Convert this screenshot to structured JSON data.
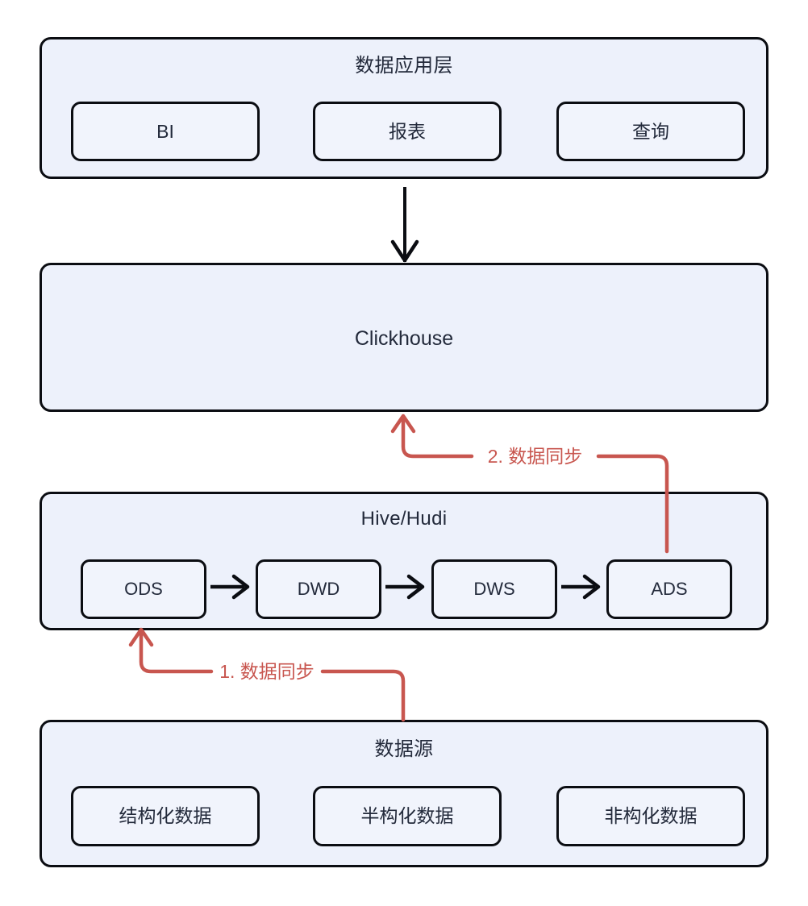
{
  "diagram": {
    "title_hidden": "",
    "colors": {
      "container_fill": "#edf1fb",
      "node_fill": "#f1f4fc",
      "stroke": "#0b0d12",
      "text": "#232a3b",
      "accent_red": "#c8564f",
      "background": "#ffffff"
    },
    "layers": [
      {
        "id": "app-layer",
        "title": "数据应用层",
        "nodes": [
          {
            "id": "bi",
            "label": "BI"
          },
          {
            "id": "report",
            "label": "报表"
          },
          {
            "id": "query",
            "label": "查询"
          }
        ]
      },
      {
        "id": "clickhouse-layer",
        "title": "Clickhouse",
        "nodes": []
      },
      {
        "id": "hive-hudi-layer",
        "title": "Hive/Hudi",
        "nodes": [
          {
            "id": "ods",
            "label": "ODS"
          },
          {
            "id": "dwd",
            "label": "DWD"
          },
          {
            "id": "dws",
            "label": "DWS"
          },
          {
            "id": "ads",
            "label": "ADS"
          }
        ]
      },
      {
        "id": "source-layer",
        "title": "数据源",
        "nodes": [
          {
            "id": "structured",
            "label": "结构化数据"
          },
          {
            "id": "semi-structured",
            "label": "半构化数据"
          },
          {
            "id": "unstructured",
            "label": "非构化数据"
          }
        ]
      }
    ],
    "connectors": [
      {
        "id": "sync-1",
        "label": "1. 数据同步",
        "from": "数据源",
        "to": "ODS",
        "color": "#c8564f"
      },
      {
        "id": "sync-2",
        "label": "2. 数据同步",
        "from": "ADS",
        "to": "Clickhouse",
        "color": "#c8564f"
      },
      {
        "id": "ck-to-app",
        "label": "",
        "from": "Clickhouse",
        "to": "数据应用层",
        "color": "#0b0d12"
      },
      {
        "id": "ods-dwd",
        "label": "",
        "from": "ODS",
        "to": "DWD",
        "color": "#0b0d12"
      },
      {
        "id": "dwd-dws",
        "label": "",
        "from": "DWD",
        "to": "DWS",
        "color": "#0b0d12"
      },
      {
        "id": "dws-ads",
        "label": "",
        "from": "DWS",
        "to": "ADS",
        "color": "#0b0d12"
      }
    ]
  }
}
